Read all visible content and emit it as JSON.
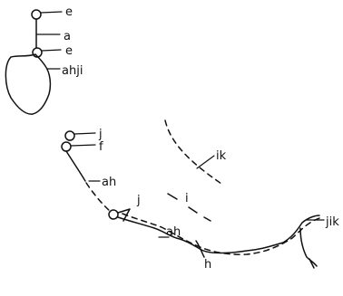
{
  "labels": {
    "e_top": "e",
    "a": "a",
    "e_mid": "e",
    "ahji": "ahji",
    "j_upper": "j",
    "f": "f",
    "ah_upper": "ah",
    "ik": "ik",
    "j_lower": "j",
    "i": "i",
    "ah_lower": "ah",
    "jik": "jik",
    "h": "h"
  },
  "colors": {
    "ink": "#111111",
    "background": "#ffffff"
  }
}
